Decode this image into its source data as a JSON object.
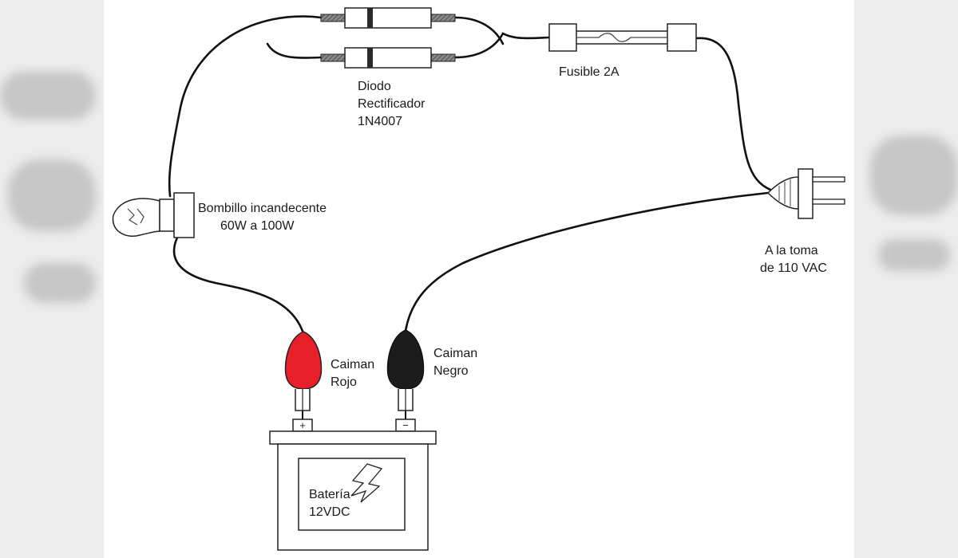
{
  "labels": {
    "diode_line1": "Diodo",
    "diode_line2": "Rectificador",
    "diode_line3": "1N4007",
    "fuse": "Fusible 2A",
    "bulb_line1": "Bombillo incandecente",
    "bulb_line2": "60W a 100W",
    "outlet_line1": "A la toma",
    "outlet_line2": "de 110 VAC",
    "red_clip_line1": "Caiman",
    "red_clip_line2": "Rojo",
    "black_clip_line1": "Caiman",
    "black_clip_line2": "Negro",
    "battery_line1": "Batería",
    "battery_line2": "12VDC",
    "terminal_positive": "+",
    "terminal_negative": "−"
  },
  "colors": {
    "wire": "#111111",
    "red_clip": "#e8202a",
    "black_clip": "#1c1c1c",
    "diode_band": "#6a6a6a"
  }
}
